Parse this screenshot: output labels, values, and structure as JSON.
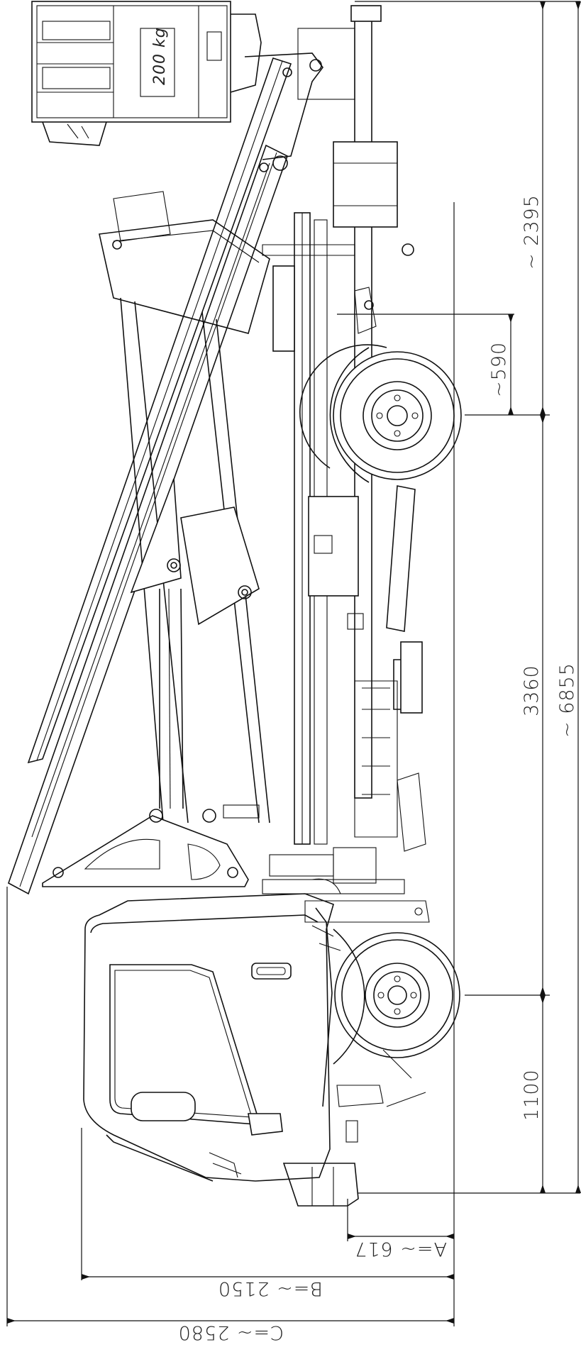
{
  "basket": {
    "load_label": "200 kg"
  },
  "dimensions": {
    "d_2395": "~ 2395",
    "d_590": "~590",
    "d_3360": "3360",
    "d_6855": "~ 6855",
    "d_1100": "1100",
    "d_A": "A=~ 617",
    "d_B": "B=~ 2150",
    "d_C": "C=~ 2580"
  },
  "colors": {
    "line": "#111111",
    "background": "#ffffff"
  }
}
